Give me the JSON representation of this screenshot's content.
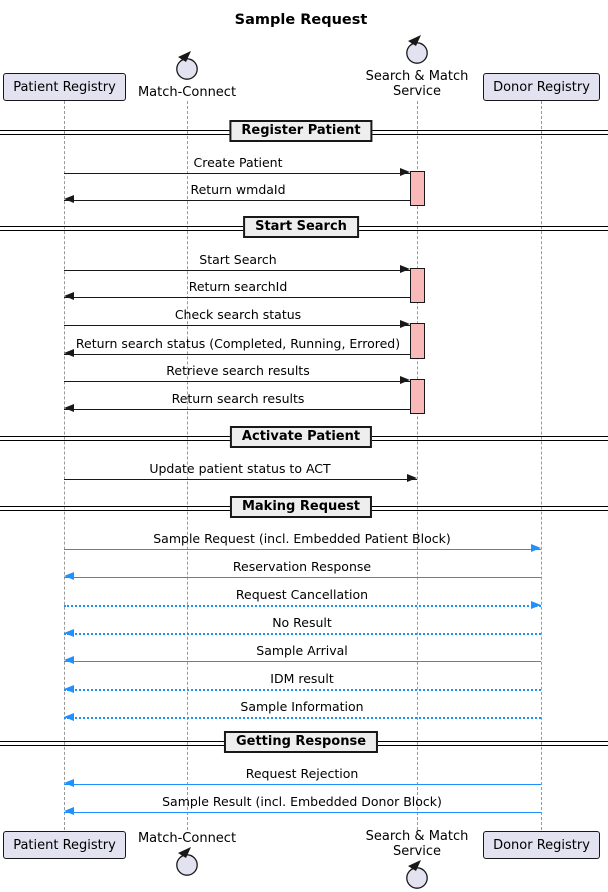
{
  "title": "Sample Request",
  "participants": {
    "patient_registry": "Patient Registry",
    "match_connect": "Match-Connect",
    "search_match_line1": "Search & Match",
    "search_match_line2": "Service",
    "donor_registry": "Donor Registry"
  },
  "dividers": [
    {
      "label": "Register Patient"
    },
    {
      "label": "Start Search"
    },
    {
      "label": "Activate Patient"
    },
    {
      "label": "Making Request"
    },
    {
      "label": "Getting Response"
    }
  ],
  "messages": [
    {
      "label": "Create Patient",
      "from": "Patient Registry",
      "to": "Search & Match Service",
      "direction": "right",
      "line": "solid",
      "color": "black"
    },
    {
      "label": "Return wmdaId",
      "from": "Search & Match Service",
      "to": "Patient Registry",
      "direction": "left",
      "line": "solid",
      "color": "black"
    },
    {
      "label": "Start Search",
      "from": "Patient Registry",
      "to": "Search & Match Service",
      "direction": "right",
      "line": "solid",
      "color": "black"
    },
    {
      "label": "Return searchId",
      "from": "Search & Match Service",
      "to": "Patient Registry",
      "direction": "left",
      "line": "solid",
      "color": "black"
    },
    {
      "label": "Check search status",
      "from": "Patient Registry",
      "to": "Search & Match Service",
      "direction": "right",
      "line": "solid",
      "color": "black"
    },
    {
      "label": "Return search status (Completed, Running, Errored)",
      "from": "Search & Match Service",
      "to": "Patient Registry",
      "direction": "left",
      "line": "solid",
      "color": "black"
    },
    {
      "label": "Retrieve search results",
      "from": "Patient Registry",
      "to": "Search & Match Service",
      "direction": "right",
      "line": "solid",
      "color": "black"
    },
    {
      "label": "Return search results",
      "from": "Search & Match Service",
      "to": "Patient Registry",
      "direction": "left",
      "line": "solid",
      "color": "black"
    },
    {
      "label": "Update patient status to ACT",
      "from": "Patient Registry",
      "to": "Search & Match Service",
      "direction": "right",
      "line": "solid",
      "color": "black"
    },
    {
      "label": "Sample Request (incl. Embedded Patient Block)",
      "from": "Patient Registry",
      "to": "Donor Registry",
      "direction": "right",
      "line": "solid",
      "color": "blue"
    },
    {
      "label": "Reservation Response",
      "from": "Donor Registry",
      "to": "Patient Registry",
      "direction": "left",
      "line": "solid",
      "color": "blue"
    },
    {
      "label": "Request Cancellation",
      "from": "Patient Registry",
      "to": "Donor Registry",
      "direction": "right",
      "line": "dotted",
      "color": "blue"
    },
    {
      "label": "No Result",
      "from": "Donor Registry",
      "to": "Patient Registry",
      "direction": "left",
      "line": "dotted",
      "color": "blue"
    },
    {
      "label": "Sample Arrival",
      "from": "Donor Registry",
      "to": "Patient Registry",
      "direction": "left",
      "line": "solid",
      "color": "blue"
    },
    {
      "label": "IDM result",
      "from": "Donor Registry",
      "to": "Patient Registry",
      "direction": "left",
      "line": "dotted",
      "color": "blue"
    },
    {
      "label": "Sample Information",
      "from": "Donor Registry",
      "to": "Patient Registry",
      "direction": "left",
      "line": "dotted",
      "color": "blue"
    },
    {
      "label": "Request Rejection",
      "from": "Donor Registry",
      "to": "Patient Registry",
      "direction": "left",
      "line": "solid",
      "color": "blue"
    },
    {
      "label": "Sample Result (incl. Embedded Donor Block)",
      "from": "Donor Registry",
      "to": "Patient Registry",
      "direction": "left",
      "line": "solid",
      "color": "blue"
    }
  ],
  "colors": {
    "participant_fill": "#E2E2F0",
    "participant_border": "#181818",
    "divider_fill": "#EEEEEE",
    "activation_fill": "#FAB9B9",
    "blue_arrow": "#1E90FF",
    "black_arrow": "#181818",
    "lifeline": "#999999"
  }
}
